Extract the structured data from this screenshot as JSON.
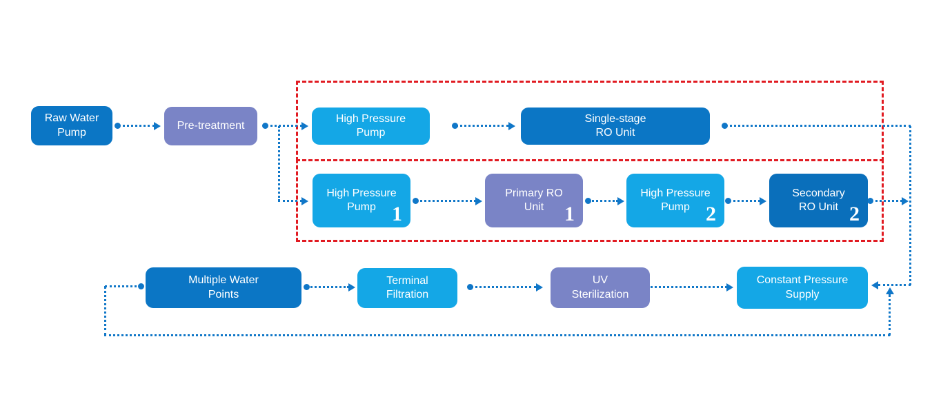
{
  "diagram": {
    "colors": {
      "medium_blue": "#0b76c5",
      "light_blue": "#14a7e6",
      "purple": "#7a84c6",
      "deep_blue": "#0a6fbb",
      "connector_blue": "#1077c8",
      "red_dashed": "#e11b22",
      "label_text": "#ffffff"
    },
    "nodes": [
      {
        "id": "raw-water-pump",
        "label": "Raw Water\nPump",
        "numeral": "",
        "color": "#0b76c5"
      },
      {
        "id": "pre-treatment",
        "label": "Pre-treatment",
        "numeral": "",
        "color": "#7a84c6"
      },
      {
        "id": "high-pressure-pump",
        "label": "High Pressure\nPump",
        "numeral": "",
        "color": "#14a7e6"
      },
      {
        "id": "single-stage-ro-unit",
        "label": "Single-stage\nRO Unit",
        "numeral": "",
        "color": "#0b76c5"
      },
      {
        "id": "high-pressure-pump-1",
        "label": "High Pressure\nPump",
        "numeral": "1",
        "color": "#14a7e6"
      },
      {
        "id": "primary-ro-unit-1",
        "label": "Primary RO\nUnit",
        "numeral": "1",
        "color": "#7a84c6"
      },
      {
        "id": "high-pressure-pump-2",
        "label": "High Pressure\nPump",
        "numeral": "2",
        "color": "#14a7e6"
      },
      {
        "id": "secondary-ro-unit-2",
        "label": "Secondary\nRO Unit",
        "numeral": "2",
        "color": "#0a6fbb"
      },
      {
        "id": "multiple-water-points",
        "label": "Multiple Water\nPoints",
        "numeral": "",
        "color": "#0b76c5"
      },
      {
        "id": "terminal-filtration",
        "label": "Terminal\nFiltration",
        "numeral": "",
        "color": "#14a7e6"
      },
      {
        "id": "uv-sterilization",
        "label": "UV\nSterilization",
        "numeral": "",
        "color": "#7a84c6"
      },
      {
        "id": "constant-pressure-supply",
        "label": "Constant Pressure\nSupply",
        "numeral": "",
        "color": "#14a7e6"
      }
    ]
  }
}
